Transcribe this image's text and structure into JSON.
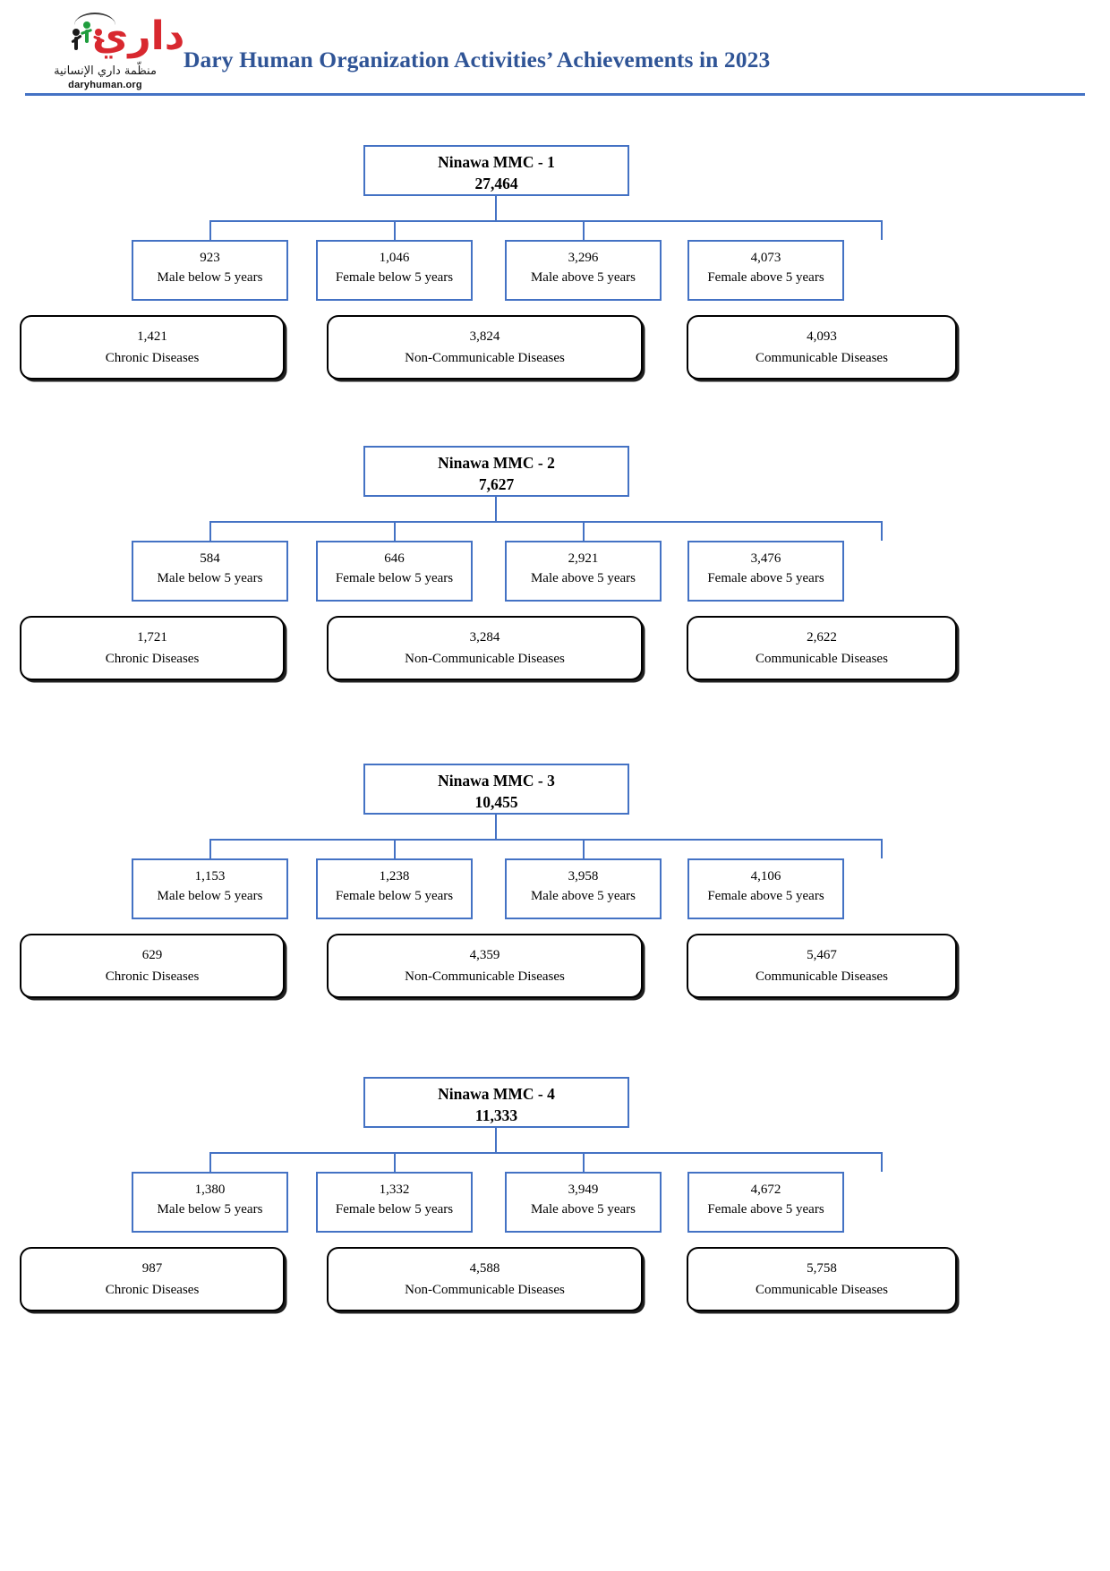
{
  "header": {
    "title": "Dary Human Organization Activities’ Achievements in 2023",
    "logo": {
      "script": "داري",
      "arabic_name": "منظّمة داري الإنسانية",
      "url": "daryhuman.org"
    },
    "accent_color": "#2f5496",
    "rule_color": "#4472c4"
  },
  "colors": {
    "node_border": "#4472c4",
    "disease_border": "#000000",
    "title_text": "#2f5496"
  },
  "blocks": [
    {
      "title": "Ninawa MMC - 1",
      "total": "27,464",
      "demographics": [
        {
          "value": "923",
          "label": "Male below 5 years"
        },
        {
          "value": "1,046",
          "label": "Female below 5 years"
        },
        {
          "value": "3,296",
          "label": "Male above 5 years"
        },
        {
          "value": "4,073",
          "label": "Female above 5 years"
        }
      ],
      "diseases": [
        {
          "value": "1,421",
          "label": "Chronic Diseases"
        },
        {
          "value": "3,824",
          "label": "Non-Communicable Diseases"
        },
        {
          "value": "4,093",
          "label": "Communicable Diseases"
        }
      ]
    },
    {
      "title": "Ninawa MMC - 2",
      "total": "7,627",
      "demographics": [
        {
          "value": "584",
          "label": "Male below 5 years"
        },
        {
          "value": "646",
          "label": "Female below 5 years"
        },
        {
          "value": "2,921",
          "label": "Male above 5 years"
        },
        {
          "value": "3,476",
          "label": "Female above 5 years"
        }
      ],
      "diseases": [
        {
          "value": "1,721",
          "label": "Chronic Diseases"
        },
        {
          "value": "3,284",
          "label": "Non-Communicable Diseases"
        },
        {
          "value": "2,622",
          "label": "Communicable Diseases"
        }
      ]
    },
    {
      "title": "Ninawa MMC - 3",
      "total": "10,455",
      "demographics": [
        {
          "value": "1,153",
          "label": "Male below 5 years"
        },
        {
          "value": "1,238",
          "label": "Female below 5 years"
        },
        {
          "value": "3,958",
          "label": "Male above 5 years"
        },
        {
          "value": "4,106",
          "label": "Female above 5 years"
        }
      ],
      "diseases": [
        {
          "value": "629",
          "label": "Chronic Diseases"
        },
        {
          "value": "4,359",
          "label": "Non-Communicable Diseases"
        },
        {
          "value": "5,467",
          "label": "Communicable Diseases"
        }
      ]
    },
    {
      "title": "Ninawa MMC - 4",
      "total": "11,333",
      "demographics": [
        {
          "value": "1,380",
          "label": "Male below 5 years"
        },
        {
          "value": "1,332",
          "label": "Female below 5 years"
        },
        {
          "value": "3,949",
          "label": "Male above 5 years"
        },
        {
          "value": "4,672",
          "label": "Female above 5 years"
        }
      ],
      "diseases": [
        {
          "value": "987",
          "label": "Chronic Diseases"
        },
        {
          "value": "4,588",
          "label": "Non-Communicable Diseases"
        },
        {
          "value": "5,758",
          "label": "Communicable Diseases"
        }
      ]
    }
  ]
}
